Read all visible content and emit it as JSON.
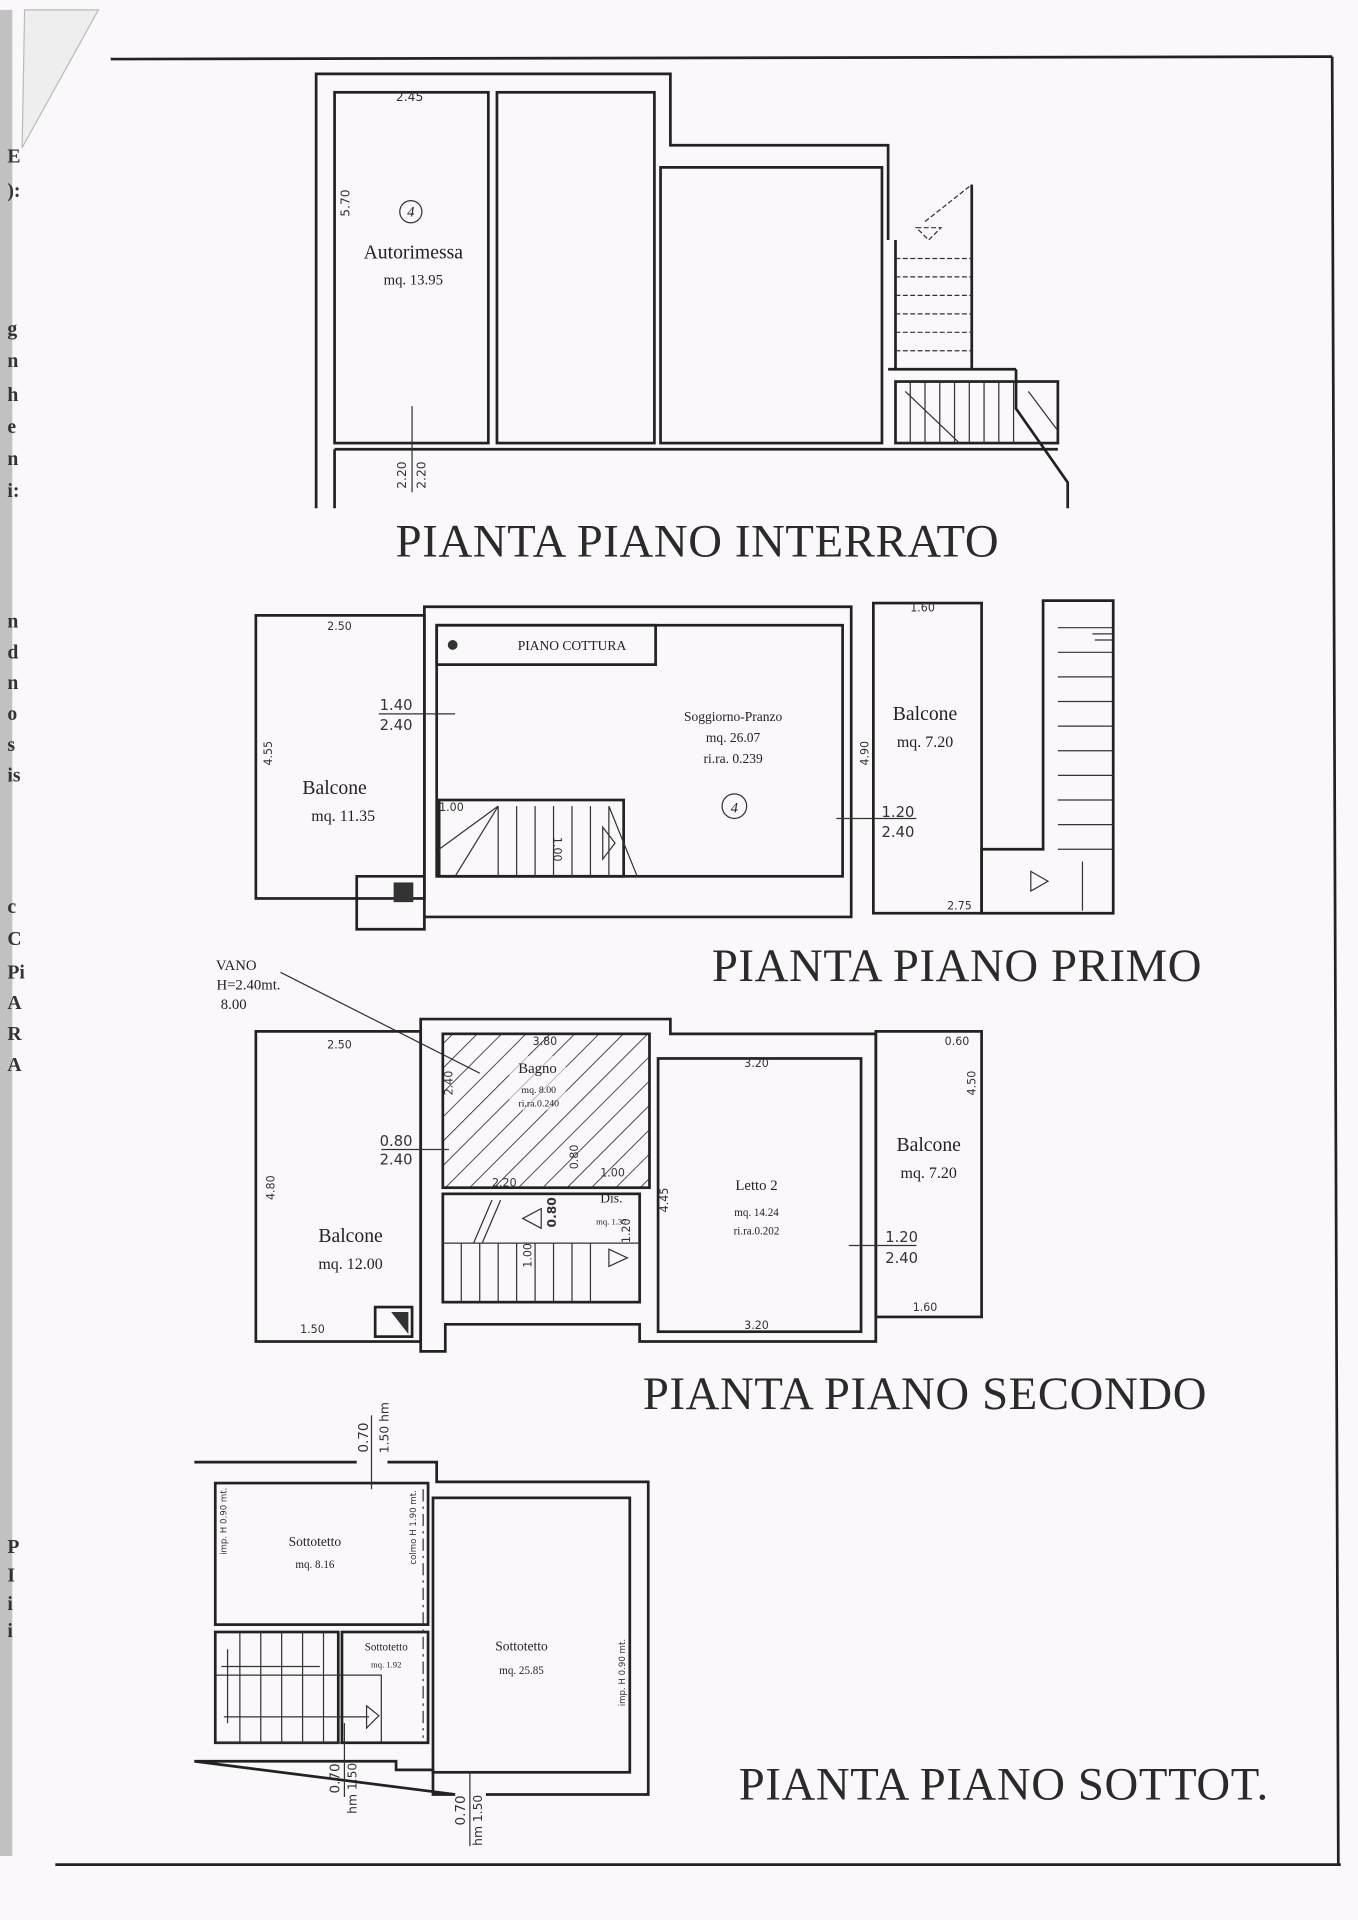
{
  "margin_fragments": [
    "E",
    "):",
    "g",
    "n",
    "h",
    "e",
    "n",
    "i:",
    "n",
    "d",
    "n",
    "o",
    "s",
    "is",
    "c",
    "C",
    "Pi",
    "A",
    "R",
    "A",
    "P",
    "I",
    "i",
    "i"
  ],
  "interrato": {
    "title": "PIANTA PIANO INTERRATO",
    "dim_top": "2.45",
    "dim_side": "5.70",
    "unit_number": "4",
    "room_name": "Autorimessa",
    "room_area": "mq. 13.95",
    "door_dims": [
      "2.20",
      "2.20"
    ]
  },
  "primo": {
    "title": "PIANTA PIANO PRIMO",
    "piano_cottura": "PIANO COTTURA",
    "soggiorno": {
      "name": "Soggiorno-Pranzo",
      "area": "mq. 26.07",
      "rira": "ri.ra. 0.239"
    },
    "unit_number": "4",
    "balcone_left": {
      "name": "Balcone",
      "area": "mq. 11.35",
      "dim_top": "2.50",
      "dim_side": "4.55"
    },
    "balcone_right": {
      "name": "Balcone",
      "area": "mq. 7.20",
      "dim_top": "1.60",
      "dim_side": "4.90",
      "dim_bottom": "2.75"
    },
    "window_left": [
      "1.40",
      "2.40"
    ],
    "window_right": [
      "1.20",
      "2.40"
    ],
    "stair_dims": [
      "1.00",
      "1.00"
    ]
  },
  "vano": {
    "label": "VANO",
    "height": "H=2.40mt.",
    "value": "8.00"
  },
  "secondo": {
    "title": "PIANTA PIANO SECONDO",
    "bagno": {
      "name": "Bagno",
      "area": "mq. 8.00",
      "rira": "ri.ra.0.240",
      "dim_top": "3.80",
      "dim_side": "2.40",
      "dim_inner": "0.80",
      "dim_bottom": "2.20"
    },
    "dis": {
      "name": "Dis.",
      "area": "mq. 1.37",
      "dim_top": "1.00",
      "dim_side": "1.20"
    },
    "stair_dims": [
      "0.80",
      "1.00"
    ],
    "letto": {
      "name": "Letto 2",
      "area": "mq. 14.24",
      "rira": "ri.ra.0.202",
      "dim_top": "3.20",
      "dim_bottom": "3.20",
      "dim_side": "4.45"
    },
    "balcone_left": {
      "name": "Balcone",
      "area": "mq. 12.00",
      "dim_top": "2.50",
      "dim_side": "4.80",
      "dim_bottom": "1.50"
    },
    "balcone_right": {
      "name": "Balcone",
      "area": "mq. 7.20",
      "dim_top": "0.60",
      "dim_side": "4.50",
      "dim_bottom": "1.60"
    },
    "window_left": [
      "0.80",
      "2.40"
    ],
    "window_right": [
      "1.20",
      "2.40"
    ]
  },
  "sottotetto": {
    "title": "PIANTA PIANO SOTTOT.",
    "room1": {
      "name": "Sottotetto",
      "area": "mq. 8.16"
    },
    "room2": {
      "name": "Sottotetto",
      "area": "mq. 1.92"
    },
    "room3": {
      "name": "Sottotetto",
      "area": "mq. 25.85"
    },
    "imp_left": "imp. H 0.90 mt.",
    "colmo": "colmo H 1.90 mt.",
    "imp_right": "imp. H 0.90 mt.",
    "window_top": [
      "0.70",
      "1.50 hm"
    ],
    "window_bottom_left": [
      "0.70",
      "hm 1.50"
    ],
    "window_bottom_right": [
      "0.70",
      "hm 1.50"
    ]
  }
}
